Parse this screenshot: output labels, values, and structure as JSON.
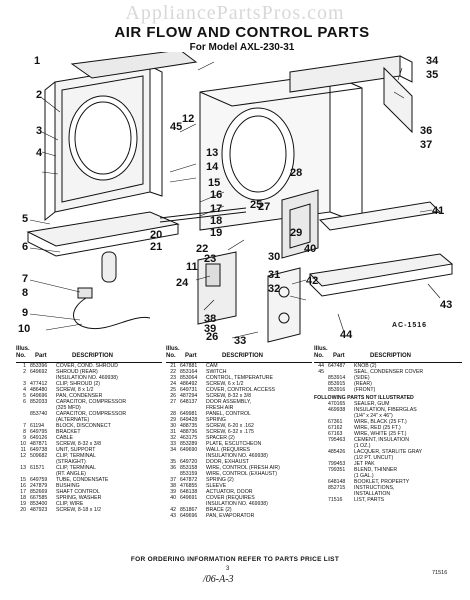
{
  "watermark": "AppliancePartsPros.com",
  "title": "AIR FLOW AND CONTROL PARTS",
  "subtitle": "For Model AXL-230-31",
  "diagram": {
    "callouts": [
      "1",
      "2",
      "3",
      "4",
      "5",
      "6",
      "7",
      "8",
      "9",
      "10",
      "11",
      "12",
      "13",
      "14",
      "15",
      "16",
      "17",
      "18",
      "19",
      "20",
      "21",
      "22",
      "23",
      "24",
      "25",
      "26",
      "27",
      "28",
      "29",
      "30",
      "31",
      "32",
      "33",
      "34",
      "35",
      "36",
      "37",
      "38",
      "39",
      "40",
      "41",
      "42",
      "43",
      "44",
      "45"
    ],
    "reference_code": "AC-1516"
  },
  "table": {
    "header": {
      "illus": "Illus.",
      "no": "No.",
      "part": "Part",
      "part_no": "No.",
      "description": "DESCRIPTION"
    },
    "col1": [
      {
        "illus": "1",
        "part": "853396",
        "desc": "COVER, COND. SHROUD"
      },
      {
        "illus": "2",
        "part": "649692",
        "desc": "SHROUD (REAR)"
      },
      {
        "illus": "",
        "part": "",
        "desc": "INSULATION NO. 469938)"
      },
      {
        "illus": "3",
        "part": "477412",
        "desc": "CLIP, SHROUD (2)"
      },
      {
        "illus": "4",
        "part": "486480",
        "desc": "SCREW, 8 x 1/2"
      },
      {
        "illus": "5",
        "part": "649696",
        "desc": "PAN, CONDENSER"
      },
      {
        "illus": "6",
        "part": "852033",
        "desc": "CAPACITOR, COMPRESSOR"
      },
      {
        "illus": "",
        "part": "",
        "desc": "(325 MFD)"
      },
      {
        "illus": "",
        "part": "853740",
        "desc": "CAPACITOR, COMPRESSOR"
      },
      {
        "illus": "",
        "part": "",
        "desc": "(ALTERNATE)"
      },
      {
        "illus": "7",
        "part": "61194",
        "desc": "BLOCK, DISCONNECT"
      },
      {
        "illus": "8",
        "part": "649795",
        "desc": "BRACKET"
      },
      {
        "illus": "9",
        "part": "649126",
        "desc": "CABLE"
      },
      {
        "illus": "10",
        "part": "487871",
        "desc": "SCREW, 8-32 x 3/8"
      },
      {
        "illus": "11",
        "part": "649738",
        "desc": "UNIT, SUPPORT"
      },
      {
        "illus": "12",
        "part": "509682",
        "desc": "CLIP, TERMINAL"
      },
      {
        "illus": "",
        "part": "",
        "desc": "(STRAIGHT)"
      },
      {
        "illus": "13",
        "part": "61571",
        "desc": "CLIP, TERMINAL"
      },
      {
        "illus": "",
        "part": "",
        "desc": "(RT. ANGLE)"
      },
      {
        "illus": "15",
        "part": "649759",
        "desc": "TUBE, CONDENSATE"
      },
      {
        "illus": "16",
        "part": "247879",
        "desc": "BUSHING"
      },
      {
        "illus": "17",
        "part": "852669",
        "desc": "SHAFT CONTROL"
      },
      {
        "illus": "18",
        "part": "667585",
        "desc": "SPRING, WASHER"
      },
      {
        "illus": "19",
        "part": "853400",
        "desc": "CLIP, WIRE"
      },
      {
        "illus": "20",
        "part": "487923",
        "desc": "SCREW, 8-18 x 1/2"
      }
    ],
    "col2": [
      {
        "illus": "21",
        "part": "647881",
        "desc": "CAM"
      },
      {
        "illus": "22",
        "part": "853164",
        "desc": "SWITCH"
      },
      {
        "illus": "23",
        "part": "853064",
        "desc": "CONTROL, TEMPERATURE"
      },
      {
        "illus": "24",
        "part": "486492",
        "desc": "SCREW, 6 x 1/2"
      },
      {
        "illus": "25",
        "part": "649731",
        "desc": "COVER, CONTROL ACCESS"
      },
      {
        "illus": "26",
        "part": "487294",
        "desc": "SCREW, 8-32 x 3/8"
      },
      {
        "illus": "27",
        "part": "648137",
        "desc": "DOOR ASSEMBLY,"
      },
      {
        "illus": "",
        "part": "",
        "desc": "FRESH AIR"
      },
      {
        "illus": "28",
        "part": "649981",
        "desc": "PANEL, CONTROL"
      },
      {
        "illus": "29",
        "part": "649428",
        "desc": "SPRING"
      },
      {
        "illus": "30",
        "part": "488735",
        "desc": "SCREW, 6-20 x .162"
      },
      {
        "illus": "31",
        "part": "488736",
        "desc": "SCREW, 6-32 x .175"
      },
      {
        "illus": "32",
        "part": "463175",
        "desc": "SPACER (2)"
      },
      {
        "illus": "33",
        "part": "853289",
        "desc": "PLATE, ESCUTCHEON"
      },
      {
        "illus": "34",
        "part": "649690",
        "desc": "WALL (REQUIRES"
      },
      {
        "illus": "",
        "part": "",
        "desc": "INSULATION NO. 469938)"
      },
      {
        "illus": "35",
        "part": "649720",
        "desc": "DOOR, EXHAUST"
      },
      {
        "illus": "36",
        "part": "853158",
        "desc": "WIRE, CONTROL (FRESH AIR)"
      },
      {
        "illus": "",
        "part": "853159",
        "desc": "WIRE, CONTROL (EXHAUST)"
      },
      {
        "illus": "37",
        "part": "647872",
        "desc": "SPRING (2)"
      },
      {
        "illus": "38",
        "part": "476855",
        "desc": "SLEEVE"
      },
      {
        "illus": "39",
        "part": "648138",
        "desc": "ACTUATOR, DOOR"
      },
      {
        "illus": "40",
        "part": "649691",
        "desc": "COVER (REQUIRES"
      },
      {
        "illus": "",
        "part": "",
        "desc": "INSULATION NO. 469938)"
      },
      {
        "illus": "42",
        "part": "851867",
        "desc": "BRACE (2)"
      },
      {
        "illus": "43",
        "part": "649696",
        "desc": "PAN, EVAPORATOR"
      }
    ],
    "col3": [
      {
        "illus": "44",
        "part": "647487",
        "desc": "KNOB (2)"
      },
      {
        "illus": "45",
        "part": "",
        "desc": "SEAL, CONDENSER COVER"
      },
      {
        "illus": "",
        "part": "853914",
        "desc": "(SIDE)"
      },
      {
        "illus": "",
        "part": "853915",
        "desc": "(REAR)"
      },
      {
        "illus": "",
        "part": "853916",
        "desc": "(FRONT)"
      },
      {
        "illus": "",
        "part": "",
        "desc": "FOLLOWING PARTS NOT ILLUSTRATED",
        "heading": true
      },
      {
        "illus": "",
        "part": "470165",
        "desc": "SEALER, GUM"
      },
      {
        "illus": "",
        "part": "469938",
        "desc": "INSULATION, FIBERGLAS"
      },
      {
        "illus": "",
        "part": "",
        "desc": "(1/4\" x 24\" x 46\")"
      },
      {
        "illus": "",
        "part": "67361",
        "desc": "WIRE, BLACK (25 FT.)"
      },
      {
        "illus": "",
        "part": "67162",
        "desc": "WIRE, RED (25 FT.)"
      },
      {
        "illus": "",
        "part": "67163",
        "desc": "WIRE, WHITE (25 FT.)"
      },
      {
        "illus": "",
        "part": "795463",
        "desc": "CEMENT, INSULATION"
      },
      {
        "illus": "",
        "part": "",
        "desc": "(1 OZ.)"
      },
      {
        "illus": "",
        "part": "485426",
        "desc": "LACQUER, STARLITE GRAY"
      },
      {
        "illus": "",
        "part": "",
        "desc": "(1/2 PT. UNCUT)"
      },
      {
        "illus": "",
        "part": "799453",
        "desc": "JET PAK"
      },
      {
        "illus": "",
        "part": "799351",
        "desc": "BLEND, THINNER"
      },
      {
        "illus": "",
        "part": "",
        "desc": "(1 GAL.)"
      },
      {
        "illus": "",
        "part": "648148",
        "desc": "BOOKLET, PROPERTY"
      },
      {
        "illus": "",
        "part": "852715",
        "desc": "INSTRUCTIONS,"
      },
      {
        "illus": "",
        "part": "",
        "desc": "INSTALLATION"
      },
      {
        "illus": "",
        "part": "71516",
        "desc": "LIST, PARTS"
      }
    ]
  },
  "footer": "FOR ORDERING INFORMATION REFER TO PARTS PRICE LIST",
  "page_number": "3",
  "handwritten_note": "/06-A-3",
  "document_number": "71516"
}
